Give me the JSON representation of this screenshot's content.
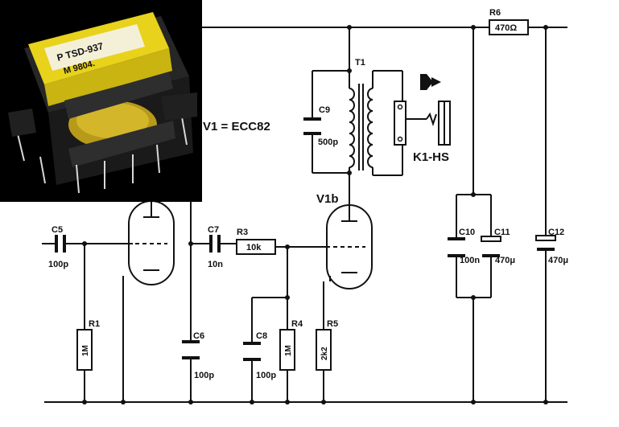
{
  "labels": {
    "v1": "V1 = ECC82",
    "v1b": "V1b",
    "t1": "T1",
    "k1": "K1-HS"
  },
  "components": {
    "c5": {
      "name": "C5",
      "value": "100p"
    },
    "c6": {
      "name": "C6",
      "value": "100p"
    },
    "c7": {
      "name": "C7",
      "value": "10n"
    },
    "c8": {
      "name": "C8",
      "value": "100p"
    },
    "c9": {
      "name": "C9",
      "value": "500p"
    },
    "c10": {
      "name": "C10",
      "value": "100n"
    },
    "c11": {
      "name": "C11",
      "value": "470μ"
    },
    "c12": {
      "name": "C12",
      "value": "470μ"
    },
    "r1": {
      "name": "R1",
      "value": "1M"
    },
    "r3": {
      "name": "R3",
      "value": "10k"
    },
    "r4": {
      "name": "R4",
      "value": "1M"
    },
    "r5": {
      "name": "R5",
      "value": "2k2"
    },
    "r6": {
      "name": "R6",
      "value": "470Ω"
    }
  },
  "photo": {
    "line1": "P TSD-937",
    "line2": "M 9804."
  },
  "colors": {
    "wire": "#111111",
    "background": "#ffffff",
    "transformer_tape": "#e8d21c",
    "photo_background": "#000000"
  }
}
